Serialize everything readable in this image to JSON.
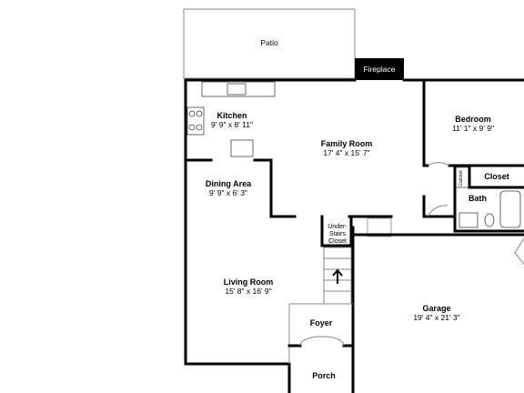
{
  "rooms": {
    "patio": {
      "name": "Patio"
    },
    "fireplace": {
      "name": "Fireplace"
    },
    "kitchen": {
      "name": "Kitchen",
      "dims": "9' 9\" x 8' 11\""
    },
    "family_room": {
      "name": "Family Room",
      "dims": "17' 4\" x 15' 7\""
    },
    "bedroom": {
      "name": "Bedroom",
      "dims": "11' 1\" x 9' 9\""
    },
    "cabinet": {
      "name": "Cabinet"
    },
    "closet": {
      "name": "Closet"
    },
    "bath": {
      "name": "Bath"
    },
    "dining_area": {
      "name": "Dining Area",
      "dims": "9' 9\" x 6' 3\""
    },
    "under_stairs_closet": {
      "line1": "Under-",
      "line2": "Stairs",
      "line3": "Closet"
    },
    "living_room": {
      "name": "Living Room",
      "dims": "15' 8\" x 16' 9\""
    },
    "garage": {
      "name": "Garage",
      "dims": "19' 4\" x 21' 3\""
    },
    "foyer": {
      "name": "Foyer"
    },
    "porch": {
      "name": "Porch"
    }
  },
  "colors": {
    "wall": "#000000",
    "fireplace": "#000000",
    "background": "#ffffff"
  }
}
